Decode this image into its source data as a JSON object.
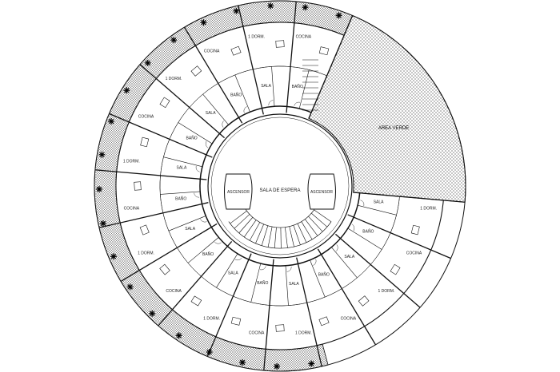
{
  "title": "Circular building floor plan",
  "center": {
    "hall_label": "SALA DE ESPERA",
    "elevator_left_label": "ASCENSOR",
    "elevator_right_label": "ASCENSOR"
  },
  "wedge_label": "AREA VERDE",
  "room_labels": [
    "1 DORM.",
    "SALA",
    "COCINA",
    "BAÑO",
    "1 DORM.",
    "SALA",
    "COCINA",
    "BAÑO",
    "1 DORM.",
    "SALA",
    "COCINA",
    "BAÑO",
    "1 DORM.",
    "SALA",
    "COCINA",
    "BAÑO"
  ],
  "colors": {
    "line": "#111111",
    "background": "#ffffff"
  }
}
